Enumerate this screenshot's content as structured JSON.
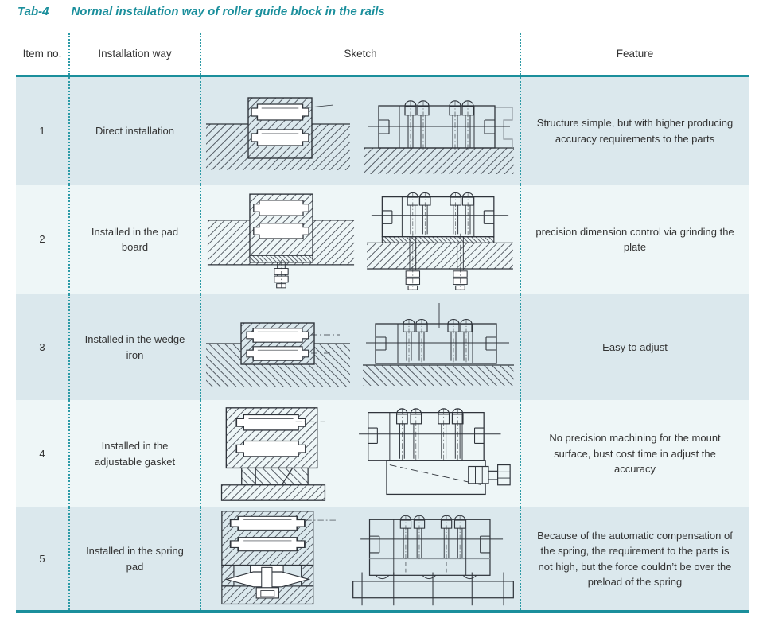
{
  "header": {
    "tag": "Tab-4",
    "title": "Normal installation way of roller guide block in the rails"
  },
  "table": {
    "columns": [
      "Item no.",
      "Installation way",
      "Sketch",
      "Feature"
    ],
    "rows": [
      {
        "item_no": "1",
        "installation_way": "Direct installation",
        "feature": "Structure simple, but with higher producing accuracy requirements to the parts",
        "sketch_left": "direct-installation-section-view",
        "sketch_right": "direct-installation-front-view"
      },
      {
        "item_no": "2",
        "installation_way": "Installed in the pad board",
        "feature": "precision dimension control via grinding the plate",
        "sketch_left": "pad-board-section-view",
        "sketch_right": "pad-board-front-view"
      },
      {
        "item_no": "3",
        "installation_way": "Installed in the wedge iron",
        "feature": "Easy to adjust",
        "sketch_left": "wedge-iron-section-view",
        "sketch_right": "wedge-iron-front-view"
      },
      {
        "item_no": "4",
        "installation_way": "Installed in the adjustable gasket",
        "feature": "No precision machining for the mount surface, bust cost time in adjust the accuracy",
        "sketch_left": "adjustable-gasket-section-view",
        "sketch_right": "adjustable-gasket-front-view"
      },
      {
        "item_no": "5",
        "installation_way": "Installed in the spring pad",
        "feature": "Because of the automatic compensation of the spring, the requirement to the parts is not high, but the force couldn’t be over the preload of the spring",
        "sketch_left": "spring-pad-section-view",
        "sketch_right": "spring-pad-front-view"
      }
    ]
  },
  "colors": {
    "accent_teal": "#1b8f9c",
    "dotted_separator": "#2b9aa6",
    "row_shaded": "#dbe8ed",
    "row_light": "#eef6f7",
    "text": "#333333",
    "sketch_line": "#2f343b"
  }
}
